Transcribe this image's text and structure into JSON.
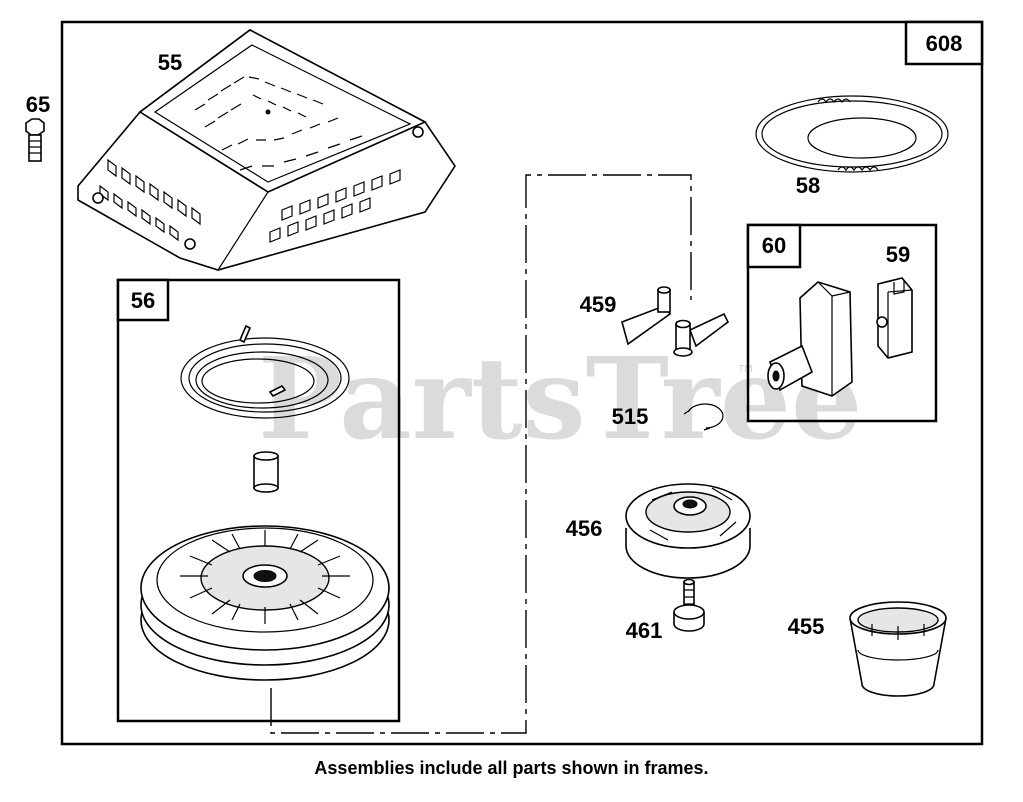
{
  "diagram": {
    "footnote": "Assemblies include all parts shown in frames.",
    "watermark": "PartsTree",
    "watermark_mark": "TM",
    "frames": {
      "main": "608",
      "starter": "56",
      "kit": "60"
    },
    "callouts": {
      "screw": "65",
      "housing": "55",
      "rope": "58",
      "dog": "459",
      "clip": "515",
      "retainer": "456",
      "retainer_screw": "461",
      "cup": "455",
      "grip": "59"
    }
  }
}
